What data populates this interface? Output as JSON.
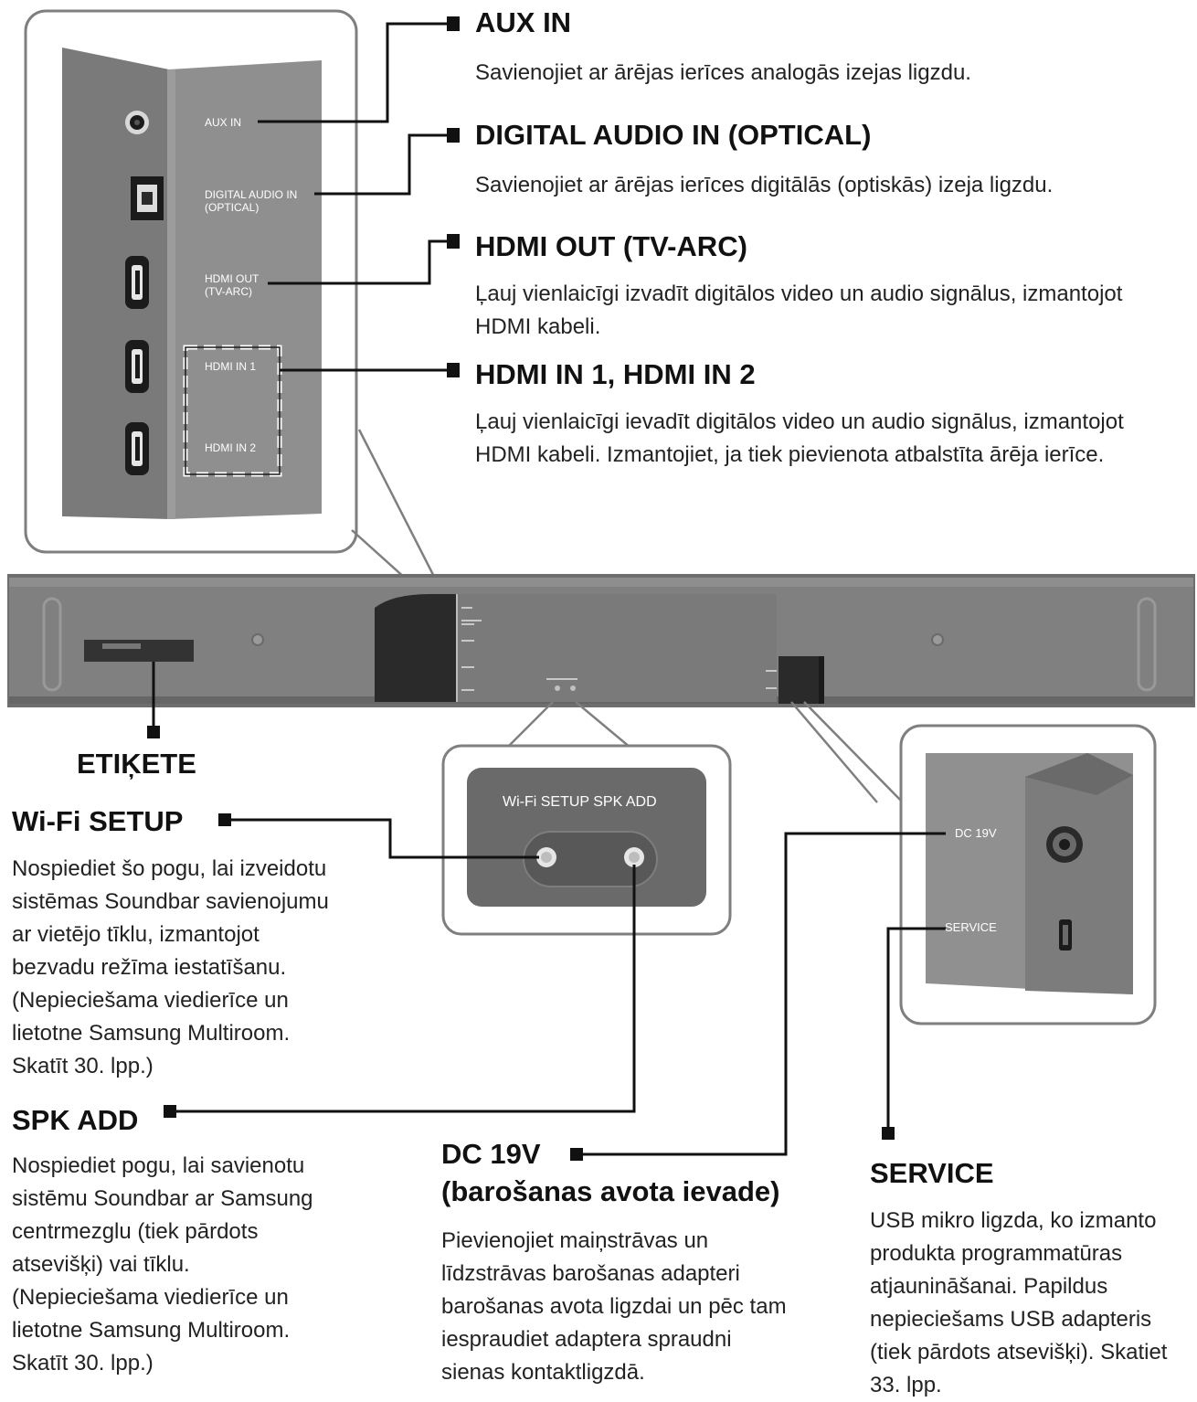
{
  "callouts": {
    "aux_in": {
      "heading": "AUX IN",
      "lines": [
        "Savienojiet ar ārējas ierīces analogās izejas ligzdu."
      ]
    },
    "digital_in": {
      "heading": "DIGITAL AUDIO IN (OPTICAL)",
      "lines": [
        "Savienojiet ar ārējas ierīces digitālās (optiskās) izeja ligzdu."
      ]
    },
    "hdmi_out": {
      "heading": "HDMI OUT (TV-ARC)",
      "lines": [
        "Ļauj vienlaicīgi izvadīt digitālos video un audio signālus, izmantojot",
        "HDMI kabeli."
      ]
    },
    "hdmi_in": {
      "heading": "HDMI IN 1, HDMI IN 2",
      "lines": [
        "Ļauj vienlaicīgi ievadīt digitālos video un audio signālus, izmantojot",
        "HDMI kabeli. Izmantojiet, ja tiek pievienota atbalstīta ārēja ierīce."
      ]
    },
    "etikete": {
      "heading": "ETIĶETE"
    },
    "wifi_setup": {
      "heading": "Wi-Fi SETUP",
      "lines": [
        "Nospiediet šo pogu, lai izveidotu",
        "sistēmas Soundbar savienojumu",
        "ar vietējo tīklu, izmantojot",
        "bezvadu režīma iestatīšanu.",
        "(Nepieciešama viedierīce un",
        "lietotne Samsung Multiroom.",
        "Skatīt 30. lpp.)"
      ]
    },
    "spk_add": {
      "heading": "SPK ADD",
      "lines": [
        "Nospiediet pogu, lai savienotu",
        "sistēmu Soundbar ar Samsung",
        "centrmezglu (tiek pārdots",
        "atsevišķi) vai tīklu.",
        "(Nepieciešama viedierīce un",
        "lietotne Samsung Multiroom.",
        "Skatīt 30. lpp.)"
      ]
    },
    "dc19v": {
      "heading": "DC 19V",
      "heading2": "(barošanas avota ievade)",
      "lines": [
        "Pievienojiet maiņstrāvas un",
        "līdzstrāvas barošanas adapteri",
        "barošanas avota ligzdai un pēc tam",
        "iespraudiet adaptera spraudni",
        "sienas kontaktligzdā."
      ]
    },
    "service": {
      "heading": "SERVICE",
      "lines": [
        "USB mikro ligzda, ko izmanto",
        "produkta programmatūras",
        "atjaunināšanai. Papildus",
        "nepieciešams USB adapteris",
        "(tiek pārdots atsevišķi). Skatiet",
        "33. lpp."
      ]
    }
  },
  "panel_labels": {
    "aux_in": "AUX IN",
    "digital_in": [
      "DIGITAL AUDIO IN",
      "(OPTICAL)"
    ],
    "hdmi_out": [
      "HDMI OUT",
      "(TV-ARC)"
    ],
    "hdmi_in_1": "HDMI IN 1",
    "hdmi_in_2": "HDMI IN 2",
    "wifi_spk": "Wi-Fi SETUP SPK ADD",
    "dc19v": "DC 19V",
    "service": "SERVICE"
  },
  "colors": {
    "panel_gray": "#8c8c8c",
    "panel_dark": "#6b6b6b",
    "bar_gray": "#7d7d7d",
    "port_black": "#1b1b1b",
    "leader_line": "#111111"
  }
}
